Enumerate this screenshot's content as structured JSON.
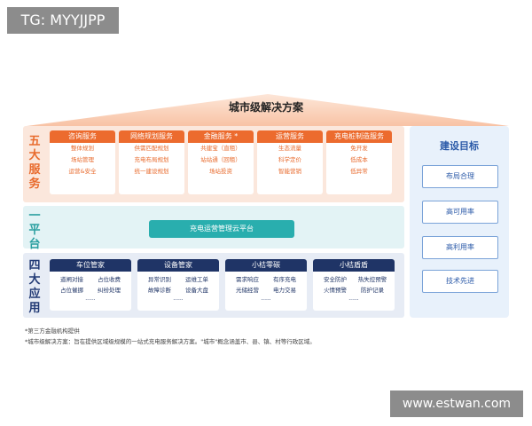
{
  "top_tag": "TG: MYYJJPP",
  "title": "城市级解决方案",
  "side_labels": {
    "services": "五大服务",
    "platform": "一平台",
    "apps": "四大应用"
  },
  "services": [
    {
      "name": "咨询服务",
      "items": [
        "整体规划",
        "场站管理",
        "运营&安全"
      ]
    },
    {
      "name": "网络规划服务",
      "items": [
        "供需匹配规划",
        "充电布局规划",
        "统一建设规划"
      ]
    },
    {
      "name": "金融服务 *",
      "items": [
        "共建宝（直租）",
        "站站通（回租）",
        "场站投资"
      ]
    },
    {
      "name": "运营服务",
      "items": [
        "生态流量",
        "科学定价",
        "智能营销"
      ]
    },
    {
      "name": "充电桩制造服务",
      "items": [
        "免开发",
        "低成本",
        "低异常"
      ]
    }
  ],
  "platform": {
    "label": "充电运营管理云平台"
  },
  "apps": [
    {
      "name": "车位管家",
      "items": [
        "道闸对接",
        "占位收费",
        "占位催挪",
        "纠纷处理"
      ],
      "more": "......"
    },
    {
      "name": "设备管家",
      "items": [
        "异常识别",
        "运维工单",
        "故障诊断",
        "设备大盘"
      ],
      "more": "......"
    },
    {
      "name": "小桔零碳",
      "items": [
        "需求响应",
        "有序充电",
        "光储经营",
        "电力交易"
      ],
      "more": "......"
    },
    {
      "name": "小桔盾盾",
      "items": [
        "安全防护",
        "热失控预警",
        "火情预警",
        "防护记录"
      ],
      "more": "......"
    }
  ],
  "goals": {
    "title": "建设目标",
    "items": [
      "布局合理",
      "高可用率",
      "高利用率",
      "技术先进"
    ]
  },
  "notes": [
    "*第三方金融机构提供",
    "*城市级解决方案：旨在提供区域级规模的一站式充电服务解决方案。\"城市\"概念涵盖市、县、镇、村等行政区域。"
  ],
  "watermark": "www.estwan.com",
  "colors": {
    "services_accent": "#ec6b2e",
    "platform_accent": "#29aeae",
    "apps_accent": "#1f3466",
    "goals_accent": "#2b5aa8"
  }
}
